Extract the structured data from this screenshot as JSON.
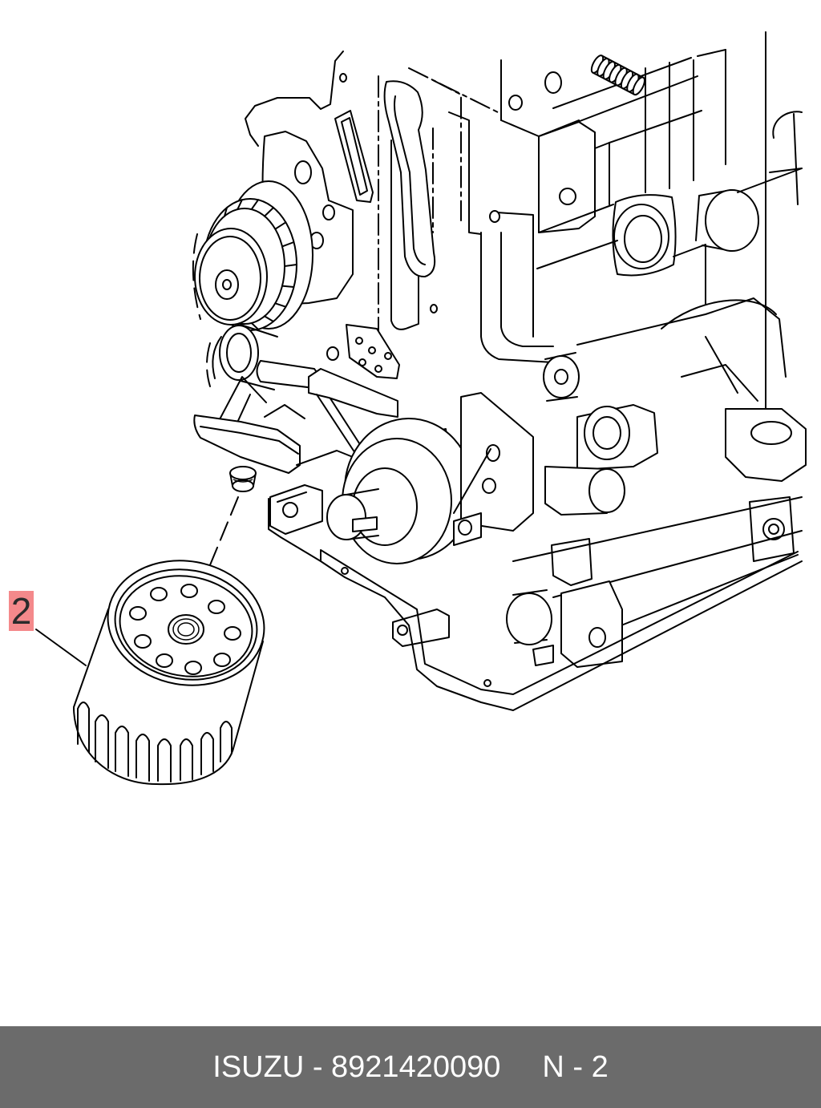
{
  "diagram": {
    "callouts": [
      {
        "label": "2"
      }
    ]
  },
  "footer": {
    "part_label": "ISUZU - 8921420090",
    "reference": "N - 2"
  },
  "colors": {
    "line": "#000000",
    "callout_highlight": "#f4898b",
    "footer_background": "#6b6b6b",
    "footer_text": "#ffffff"
  }
}
